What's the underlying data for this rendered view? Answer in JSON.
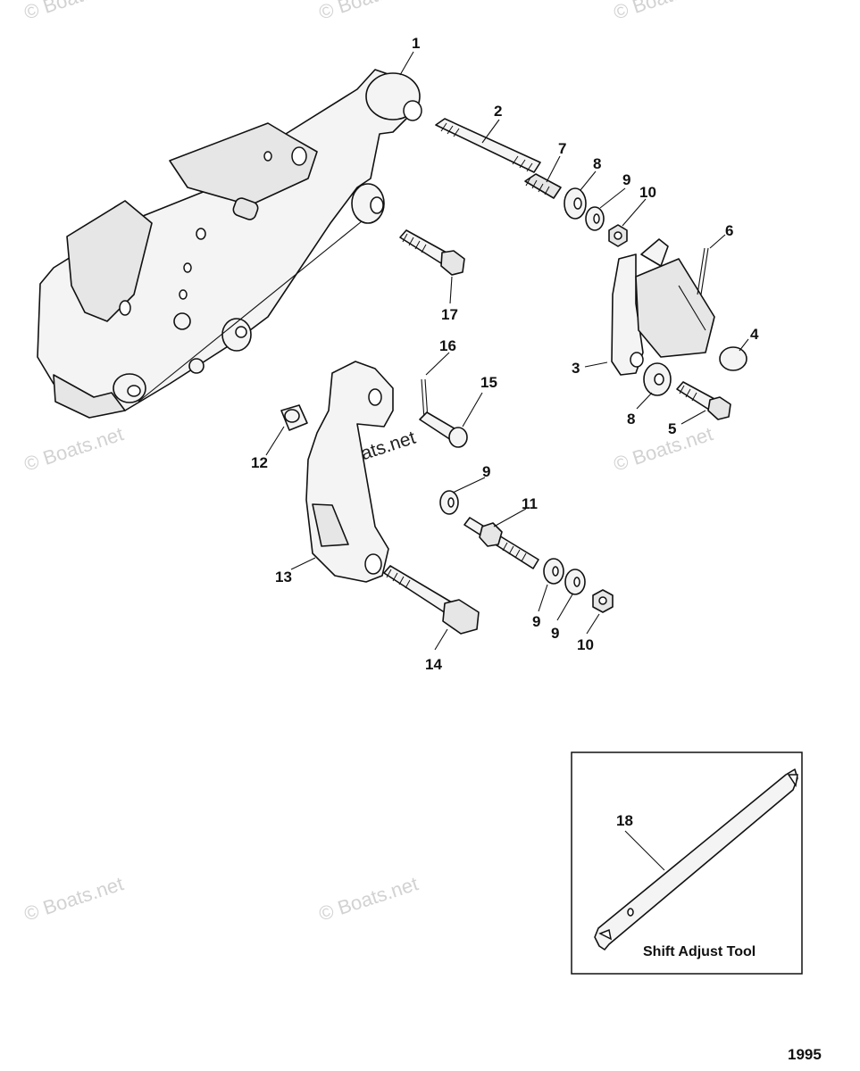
{
  "watermark": "© Boats.net",
  "callouts": {
    "c1": "1",
    "c2": "2",
    "c3": "3",
    "c4": "4",
    "c5": "5",
    "c6": "6",
    "c7": "7",
    "c8a": "8",
    "c8b": "8",
    "c9a": "9",
    "c9b": "9",
    "c9c": "9",
    "c9d": "9",
    "c10a": "10",
    "c10b": "10",
    "c11": "11",
    "c12": "12",
    "c13": "13",
    "c14": "14",
    "c15": "15",
    "c16": "16",
    "c17": "17",
    "c18": "18"
  },
  "inset": {
    "title": "Shift Adjust Tool"
  },
  "footer": {
    "code": "1995"
  }
}
